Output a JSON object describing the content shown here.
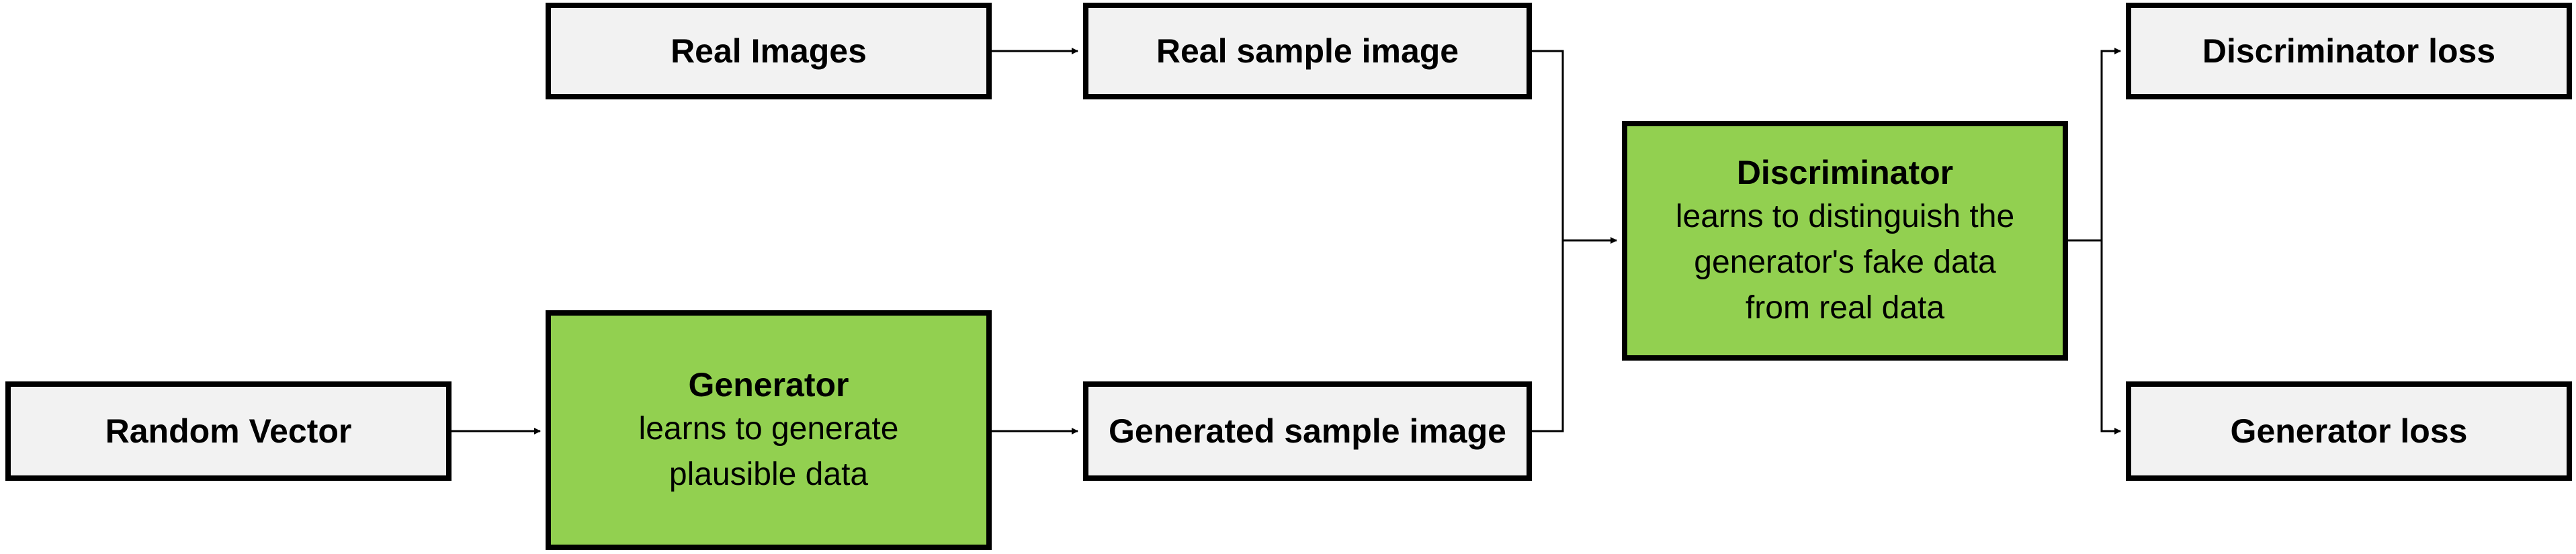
{
  "diagram": {
    "nodes": {
      "real_images": {
        "title": "Real Images"
      },
      "real_sample": {
        "title": "Real sample image"
      },
      "random_vector": {
        "title": "Random Vector"
      },
      "generator": {
        "title": "Generator",
        "desc": "learns to generate\nplausible data"
      },
      "generated_sample": {
        "title": "Generated sample image"
      },
      "discriminator": {
        "title": "Discriminator",
        "desc": "learns to distinguish the\ngenerator's fake data\nfrom real data"
      },
      "discriminator_loss": {
        "title": "Discriminator loss"
      },
      "generator_loss": {
        "title": "Generator loss"
      }
    },
    "edges": [
      {
        "from": "real_images",
        "to": "real_sample"
      },
      {
        "from": "random_vector",
        "to": "generator"
      },
      {
        "from": "generator",
        "to": "generated_sample"
      },
      {
        "from": "real_sample",
        "to": "discriminator"
      },
      {
        "from": "generated_sample",
        "to": "discriminator"
      },
      {
        "from": "discriminator",
        "to": "discriminator_loss"
      },
      {
        "from": "discriminator",
        "to": "generator_loss"
      }
    ],
    "colors": {
      "model_fill": "#92d050",
      "io_fill": "#f2f2f2",
      "stroke": "#000000"
    }
  }
}
